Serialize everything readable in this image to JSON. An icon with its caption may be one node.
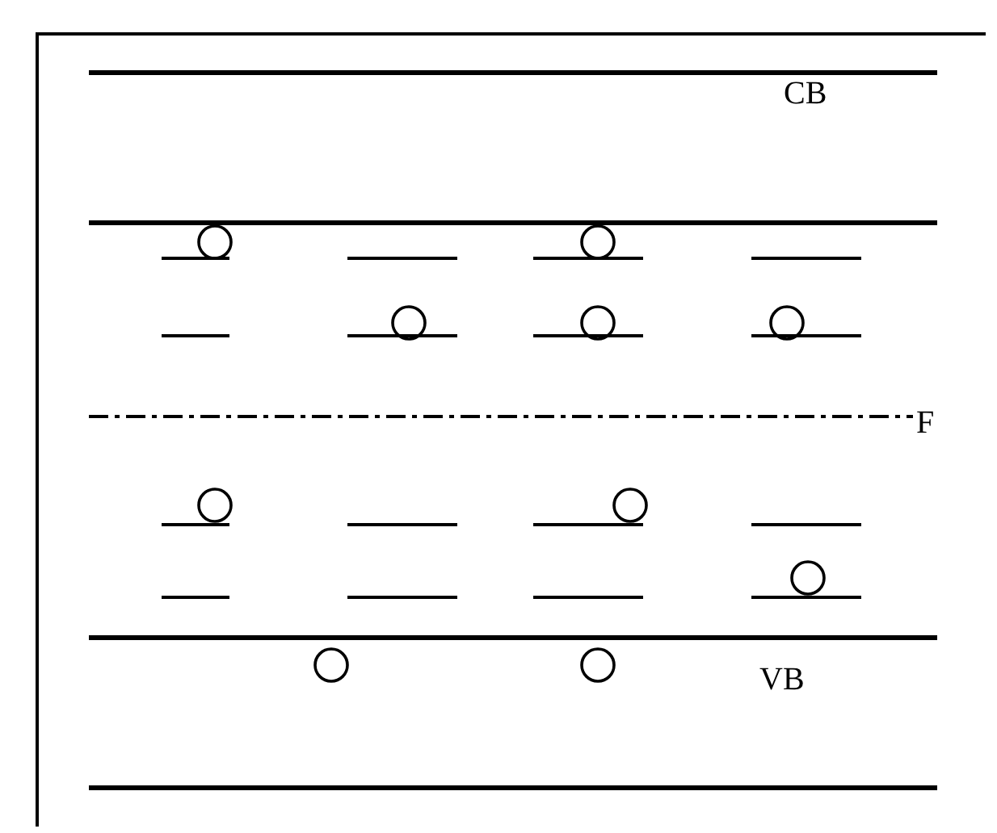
{
  "diagram": {
    "labels": [
      "CB",
      "F",
      "VB"
    ]
  }
}
